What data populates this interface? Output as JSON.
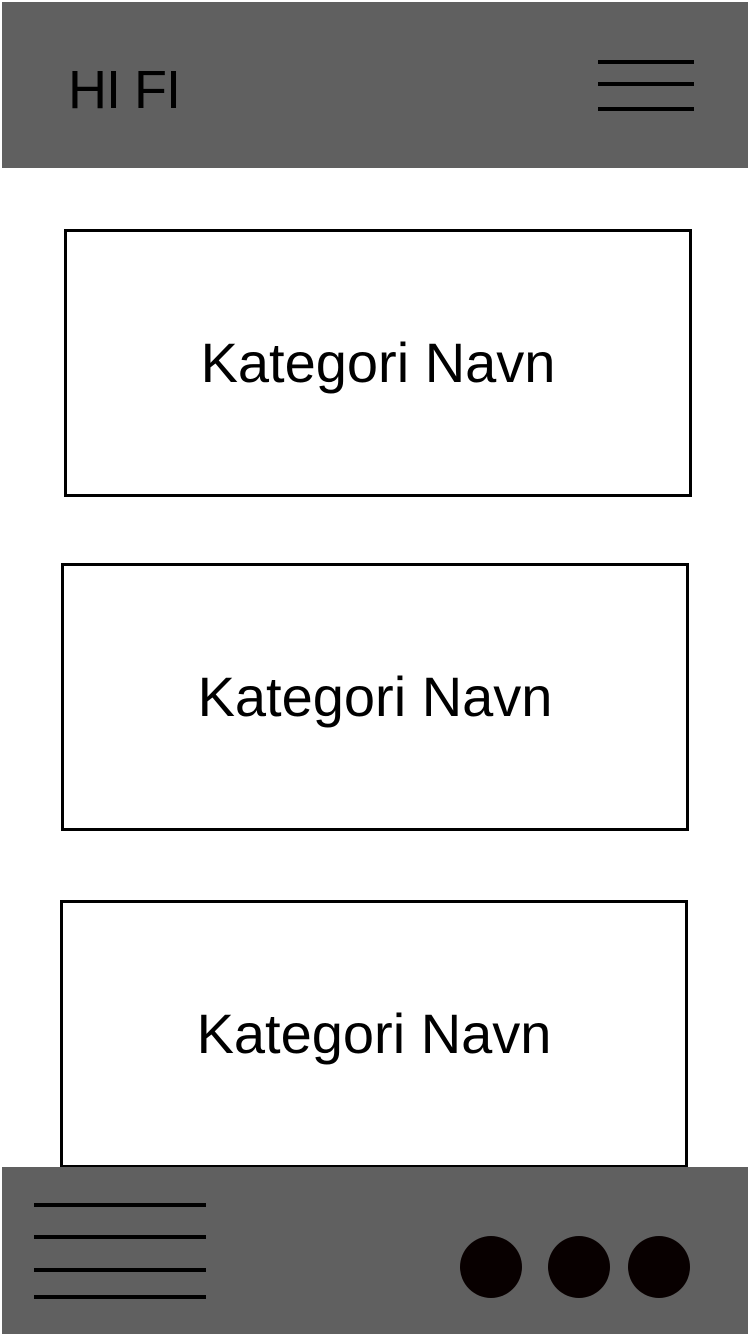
{
  "header": {
    "logo_text": "HI FI",
    "menu_icon": "hamburger-menu-icon"
  },
  "categories": [
    {
      "label": "Kategori Navn"
    },
    {
      "label": "Kategori Navn"
    },
    {
      "label": "Kategori Navn"
    }
  ],
  "footer": {
    "lines_icon": "text-lines-icon",
    "dots": [
      "dot-icon",
      "dot-icon",
      "dot-icon"
    ]
  },
  "colors": {
    "bar_background": "#606060",
    "page_background": "#ffffff",
    "ink": "#000000"
  }
}
